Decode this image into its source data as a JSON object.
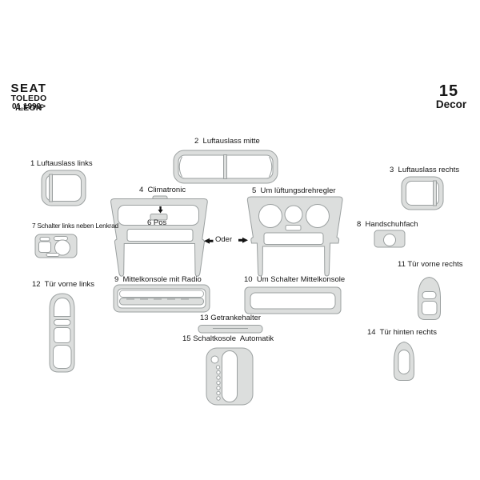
{
  "header": {
    "brand": "SEAT",
    "model": "TOLEDO /LEON",
    "date_range": "01.1999>",
    "pieces_count": "15",
    "pieces_label": "Decor"
  },
  "colors": {
    "part_fill": "#dcdedd",
    "part_stroke": "#9ba0a0",
    "text": "#161616",
    "background": "#ffffff"
  },
  "diagram": {
    "alternative_label": "Oder",
    "parts": {
      "p1": {
        "num": "1",
        "label": "1 Luftauslass links"
      },
      "p2": {
        "num": "2",
        "label": "2  Luftauslass mitte"
      },
      "p3": {
        "num": "3",
        "label": "3  Luftauslass rechts"
      },
      "p4": {
        "num": "4",
        "label": "4  Climatronic"
      },
      "p5": {
        "num": "5",
        "label": "5  Um lüftungsdrehregler"
      },
      "p6": {
        "num": "6",
        "label": "6 Pos"
      },
      "p7": {
        "num": "7",
        "label": "7 Schalter links neben Lenkrad"
      },
      "p8": {
        "num": "8",
        "label": "8  Handschuhfach"
      },
      "p9": {
        "num": "9",
        "label": "9  Mittelkonsole mit Radio"
      },
      "p10": {
        "num": "10",
        "label": "10  Um Schalter Mittelkonsole"
      },
      "p11": {
        "num": "11",
        "label": "11 Tür vorne rechts"
      },
      "p12": {
        "num": "12",
        "label": "12  Tür vorne links"
      },
      "p13": {
        "num": "13",
        "label": "13 Getrankehalter"
      },
      "p14": {
        "num": "14",
        "label": "14  Tür hinten rechts"
      },
      "p15": {
        "num": "15",
        "label": "15 Schaltkosole  Automatik"
      }
    }
  }
}
